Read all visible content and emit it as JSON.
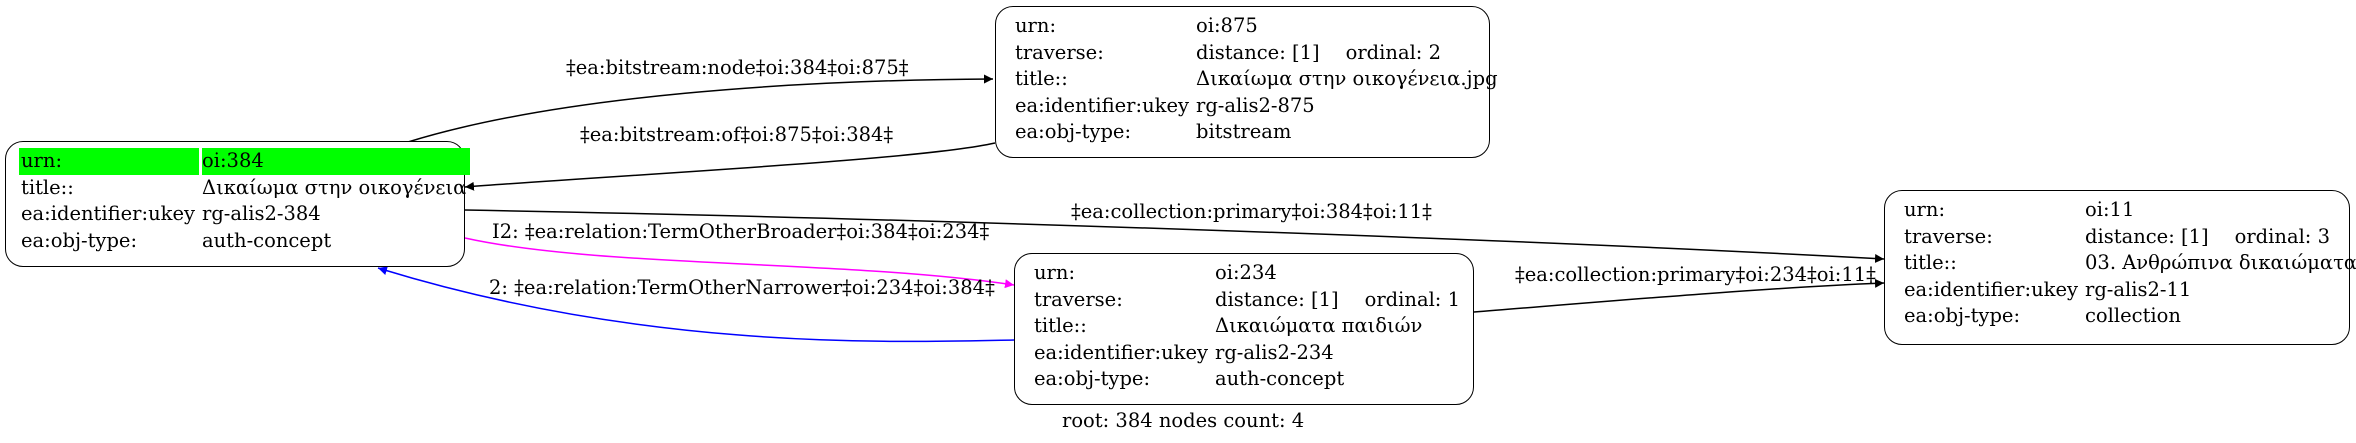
{
  "nodes": {
    "n384": {
      "rows": [
        {
          "key": "urn:",
          "value": "oi:384"
        },
        {
          "key": "title::",
          "value": "Δικαίωμα στην οικογένεια"
        },
        {
          "key": "ea:identifier:ukey",
          "value": "rg-alis2-384"
        },
        {
          "key": "ea:obj-type:",
          "value": "auth-concept"
        }
      ]
    },
    "n875": {
      "rows": [
        {
          "key": "urn:",
          "value": "oi:875"
        },
        {
          "key": "traverse:",
          "value": "distance: [1]",
          "extra": "ordinal: 2"
        },
        {
          "key": "title::",
          "value": "Δικαίωμα στην οικογένεια.jpg"
        },
        {
          "key": "ea:identifier:ukey",
          "value": "rg-alis2-875"
        },
        {
          "key": "ea:obj-type:",
          "value": "bitstream"
        }
      ]
    },
    "n234": {
      "rows": [
        {
          "key": "urn:",
          "value": "oi:234"
        },
        {
          "key": "traverse:",
          "value": "distance: [1]",
          "extra": "ordinal: 1"
        },
        {
          "key": "title::",
          "value": "Δικαιώματα παιδιών"
        },
        {
          "key": "ea:identifier:ukey",
          "value": "rg-alis2-234"
        },
        {
          "key": "ea:obj-type:",
          "value": "auth-concept"
        }
      ]
    },
    "n11": {
      "rows": [
        {
          "key": "urn:",
          "value": "oi:11"
        },
        {
          "key": "traverse:",
          "value": "distance: [1]",
          "extra": "ordinal: 3"
        },
        {
          "key": "title::",
          "value": "03. Ανθρώπινα δικαιώματα"
        },
        {
          "key": "ea:identifier:ukey",
          "value": "rg-alis2-11"
        },
        {
          "key": "ea:obj-type:",
          "value": "collection"
        }
      ]
    }
  },
  "edges": {
    "bitstream_node": "‡ea:bitstream:node‡oi:384‡oi:875‡",
    "bitstream_of": "‡ea:bitstream:of‡oi:875‡oi:384‡",
    "collection_384": "‡ea:collection:primary‡oi:384‡oi:11‡",
    "broader": "I2: ‡ea:relation:TermOtherBroader‡oi:384‡oi:234‡",
    "narrower": "2: ‡ea:relation:TermOtherNarrower‡oi:234‡oi:384‡",
    "collection_234": "‡ea:collection:primary‡oi:234‡oi:11‡"
  },
  "footer": "root: 384 nodes count: 4",
  "colors": {
    "highlight": "#00ff00",
    "broader_edge": "#ff00ff",
    "narrower_edge": "#0000ff",
    "default_edge": "#000000"
  }
}
